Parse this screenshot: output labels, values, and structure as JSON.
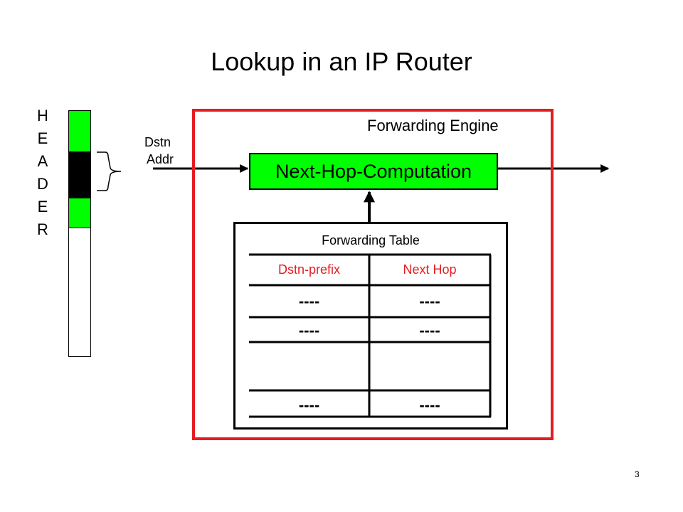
{
  "title": "Lookup in an IP Router",
  "header_label": [
    "H",
    "E",
    "A",
    "D",
    "E",
    "R"
  ],
  "input_label_line1": "Dstn",
  "input_label_line2": "Addr",
  "engine_label": "Forwarding Engine",
  "computation_label": "Next-Hop-Computation",
  "table": {
    "title": "Forwarding Table",
    "columns": [
      "Dstn-prefix",
      "Next Hop"
    ],
    "rows": [
      [
        "----",
        "----"
      ],
      [
        "----",
        "----"
      ],
      [
        "",
        ""
      ],
      [
        "----",
        "----"
      ]
    ]
  },
  "page_number": "3",
  "colors": {
    "engine_border": "#e51c20",
    "header_field_highlight": "#00ff00",
    "header_field_selected": "#000000",
    "column_header_text": "#e51c20",
    "computation_fill": "#00ff00"
  }
}
